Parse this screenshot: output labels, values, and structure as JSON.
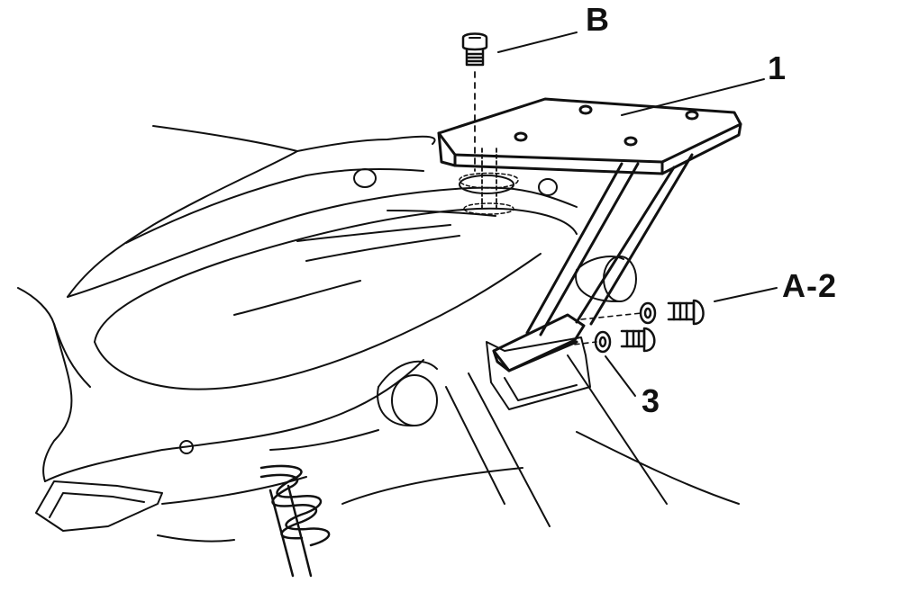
{
  "diagram": {
    "callouts": {
      "b": "B",
      "one": "1",
      "a2": "A-2",
      "three": "3"
    },
    "parts": {
      "rack_plate": "rack-plate",
      "support_arms": "support-arms",
      "top_screw": "screw-b",
      "side_bolts": "bolts-a2",
      "washers": "washers-3"
    },
    "colors": {
      "ink": "#111111",
      "background": "#ffffff"
    }
  }
}
